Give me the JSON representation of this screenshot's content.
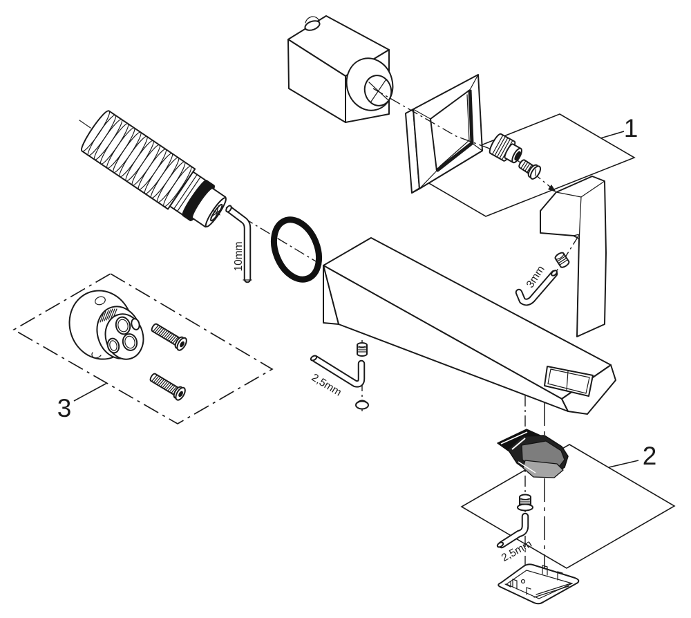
{
  "figure": {
    "background_color": "#ffffff",
    "line_color": "#1a1a1a",
    "callouts": [
      {
        "label": "1"
      },
      {
        "label": "2"
      },
      {
        "label": "3"
      }
    ],
    "size_labels": [
      {
        "label": "10mm"
      },
      {
        "label": "3mm"
      },
      {
        "label": "2,5mm"
      },
      {
        "label": "2,5mm"
      }
    ]
  }
}
